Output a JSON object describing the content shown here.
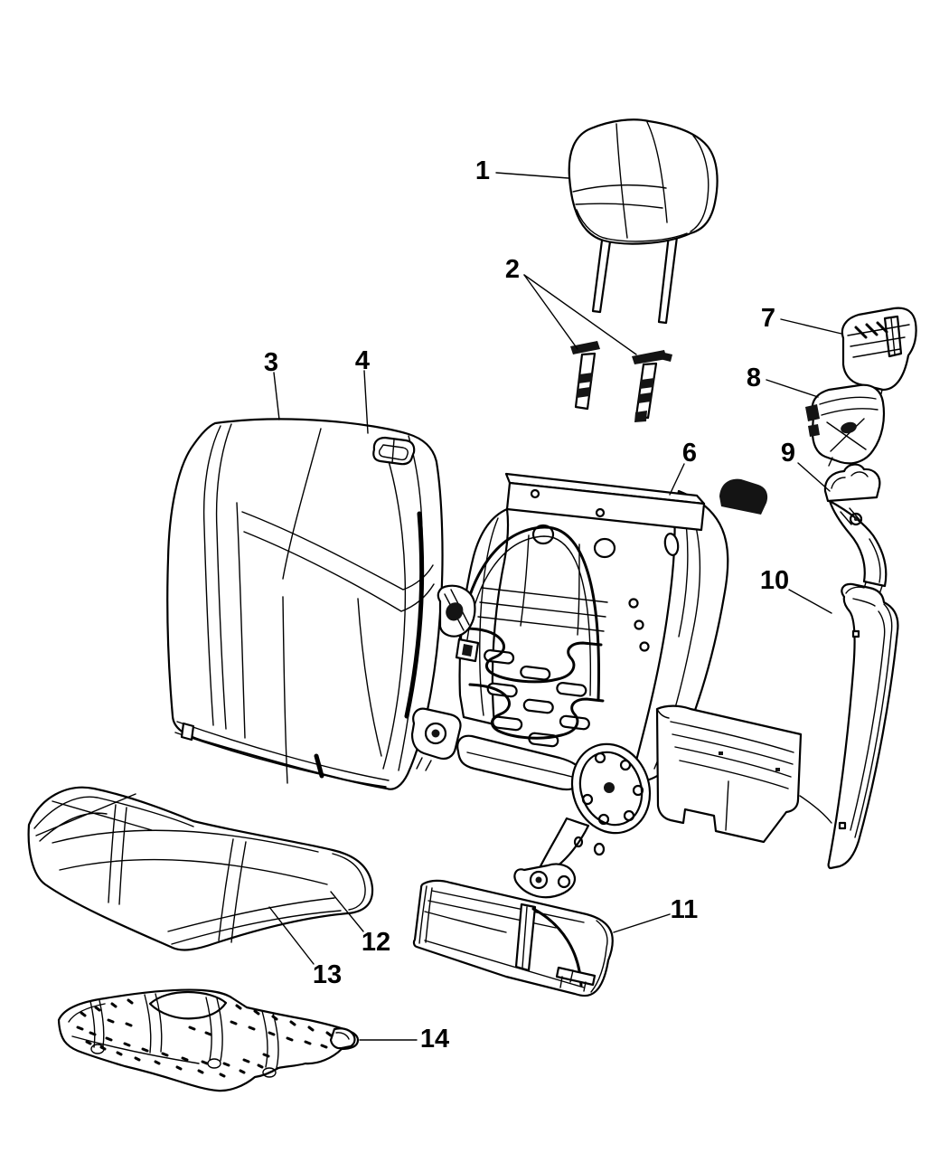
{
  "diagram": {
    "background": "#ffffff",
    "line_color": "#000000",
    "callouts": [
      {
        "label": "1"
      },
      {
        "label": "2"
      },
      {
        "label": "3"
      },
      {
        "label": "4"
      },
      {
        "label": "6"
      },
      {
        "label": "7"
      },
      {
        "label": "8"
      },
      {
        "label": "9"
      },
      {
        "label": "10"
      },
      {
        "label": "11"
      },
      {
        "label": "12"
      },
      {
        "label": "13"
      },
      {
        "label": "14"
      }
    ]
  }
}
